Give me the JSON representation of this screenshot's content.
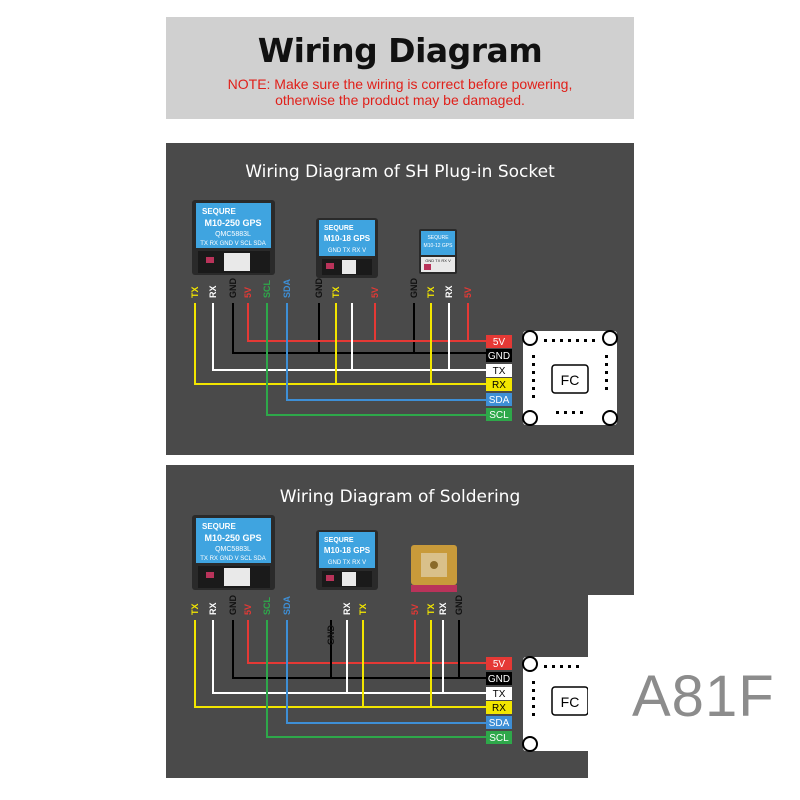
{
  "header": {
    "title": "Wiring Diagram",
    "note_line1": "NOTE: Make sure the wiring is correct before powering,",
    "note_line2": "otherwise the product may be damaged."
  },
  "panel_socket": {
    "title": "Wiring Diagram of SH Plug-in Socket",
    "module_m10_250": {
      "brand": "SEQURE",
      "name": "M10-250 GPS",
      "chip": "QMC5883L",
      "pins": "TX RX GND V SCL SDA"
    },
    "module_m10_18": {
      "brand": "SEQURE",
      "name": "M10-18 GPS",
      "pins": "GND TX RX V"
    },
    "module_m10_12": {
      "brand": "SEQURE",
      "name": "M10-12 GPS",
      "pins": "GND TX RX V"
    },
    "wire_labels_a": [
      "TX",
      "RX",
      "GND",
      "5V",
      "SCL",
      "SDA"
    ],
    "wire_labels_b": [
      "GND",
      "TX",
      "5V"
    ],
    "wire_labels_c": [
      "GND",
      "TX",
      "RX",
      "5V"
    ],
    "fc_pins": [
      "5V",
      "GND",
      "TX",
      "RX",
      "SDA",
      "SCL"
    ],
    "fc_label": "FC"
  },
  "panel_solder": {
    "title": "Wiring Diagram of Soldering",
    "module_m10_250": {
      "brand": "SEQURE",
      "name": "M10-250 GPS",
      "chip": "QMC5883L",
      "pins": "TX RX GND V SCL SDA"
    },
    "module_m10_18": {
      "brand": "SEQURE",
      "name": "M10-18 GPS",
      "pins": "GND TX RX V"
    },
    "wire_labels_a": [
      "TX",
      "RX",
      "GND",
      "5V",
      "SCL",
      "SDA"
    ],
    "wire_labels_b": [
      "GND",
      "RX",
      "TX"
    ],
    "wire_labels_c": [
      "5V",
      "TX",
      "RX",
      "GND"
    ],
    "fc_pins": [
      "5V",
      "GND",
      "TX",
      "RX",
      "SDA",
      "SCL"
    ],
    "fc_label": "FC"
  },
  "watermark": "A81F",
  "colors": {
    "5V": "#e53935",
    "GND": "#000000",
    "TX": "#ffffff",
    "RX": "#f2e600",
    "SDA": "#3e8fd6",
    "SCL": "#2ea84a",
    "panel_bg": "#4a4a4a",
    "header_bg": "#d0d0d0",
    "note": "#e0201a"
  }
}
